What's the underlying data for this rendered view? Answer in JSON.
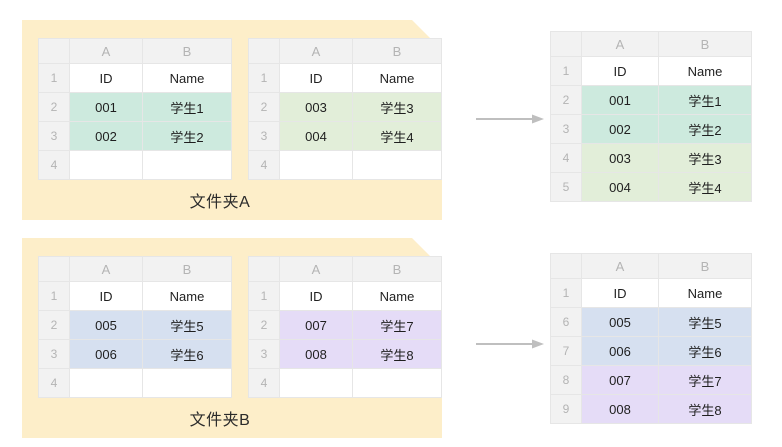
{
  "colors": {
    "folder_bg": "#fdeec9",
    "header_band": "#f2f2f2",
    "header_text": "#b4b4b4",
    "grid_line": "#e6e6e6",
    "arrow": "#bfbfbf",
    "group_mint": "#cdeade",
    "group_green": "#e2eed9",
    "group_blue": "#d6e0f0",
    "group_purple": "#e5dcf7"
  },
  "columns": {
    "corner": "",
    "a": "A",
    "b": "B"
  },
  "folders": [
    {
      "name": "folder-a",
      "label": "文件夹A",
      "sheets": [
        {
          "name": "sheet-a1",
          "rows": [
            {
              "num": "1",
              "a": "ID",
              "b": "Name",
              "fill": "none"
            },
            {
              "num": "2",
              "a": "001",
              "b": "学生1",
              "fill": "group_mint"
            },
            {
              "num": "3",
              "a": "002",
              "b": "学生2",
              "fill": "group_mint"
            },
            {
              "num": "4",
              "a": "",
              "b": "",
              "fill": "none"
            }
          ]
        },
        {
          "name": "sheet-a2",
          "rows": [
            {
              "num": "1",
              "a": "ID",
              "b": "Name",
              "fill": "none"
            },
            {
              "num": "2",
              "a": "003",
              "b": "学生3",
              "fill": "group_green"
            },
            {
              "num": "3",
              "a": "004",
              "b": "学生4",
              "fill": "group_green"
            },
            {
              "num": "4",
              "a": "",
              "b": "",
              "fill": "none"
            }
          ]
        }
      ]
    },
    {
      "name": "folder-b",
      "label": "文件夹B",
      "sheets": [
        {
          "name": "sheet-b1",
          "rows": [
            {
              "num": "1",
              "a": "ID",
              "b": "Name",
              "fill": "none"
            },
            {
              "num": "2",
              "a": "005",
              "b": "学生5",
              "fill": "group_blue"
            },
            {
              "num": "3",
              "a": "006",
              "b": "学生6",
              "fill": "group_blue"
            },
            {
              "num": "4",
              "a": "",
              "b": "",
              "fill": "none"
            }
          ]
        },
        {
          "name": "sheet-b2",
          "rows": [
            {
              "num": "1",
              "a": "ID",
              "b": "Name",
              "fill": "none"
            },
            {
              "num": "2",
              "a": "007",
              "b": "学生7",
              "fill": "group_purple"
            },
            {
              "num": "3",
              "a": "008",
              "b": "学生8",
              "fill": "group_purple"
            },
            {
              "num": "4",
              "a": "",
              "b": "",
              "fill": "none"
            }
          ]
        }
      ]
    }
  ],
  "results": [
    {
      "name": "sheet-result-a",
      "rows": [
        {
          "num": "1",
          "a": "ID",
          "b": "Name",
          "fill": "none"
        },
        {
          "num": "2",
          "a": "001",
          "b": "学生1",
          "fill": "group_mint"
        },
        {
          "num": "3",
          "a": "002",
          "b": "学生2",
          "fill": "group_mint"
        },
        {
          "num": "4",
          "a": "003",
          "b": "学生3",
          "fill": "group_green"
        },
        {
          "num": "5",
          "a": "004",
          "b": "学生4",
          "fill": "group_green"
        }
      ]
    },
    {
      "name": "sheet-result-b",
      "rows": [
        {
          "num": "1",
          "a": "ID",
          "b": "Name",
          "fill": "none"
        },
        {
          "num": "6",
          "a": "005",
          "b": "学生5",
          "fill": "group_blue"
        },
        {
          "num": "7",
          "a": "006",
          "b": "学生6",
          "fill": "group_blue"
        },
        {
          "num": "8",
          "a": "007",
          "b": "学生7",
          "fill": "group_purple"
        },
        {
          "num": "9",
          "a": "008",
          "b": "学生8",
          "fill": "group_purple"
        }
      ]
    }
  ],
  "arrows": [
    {
      "name": "arrow-folder-a-to-result",
      "icon": "arrow-right-icon"
    },
    {
      "name": "arrow-folder-b-to-result",
      "icon": "arrow-right-icon"
    }
  ]
}
